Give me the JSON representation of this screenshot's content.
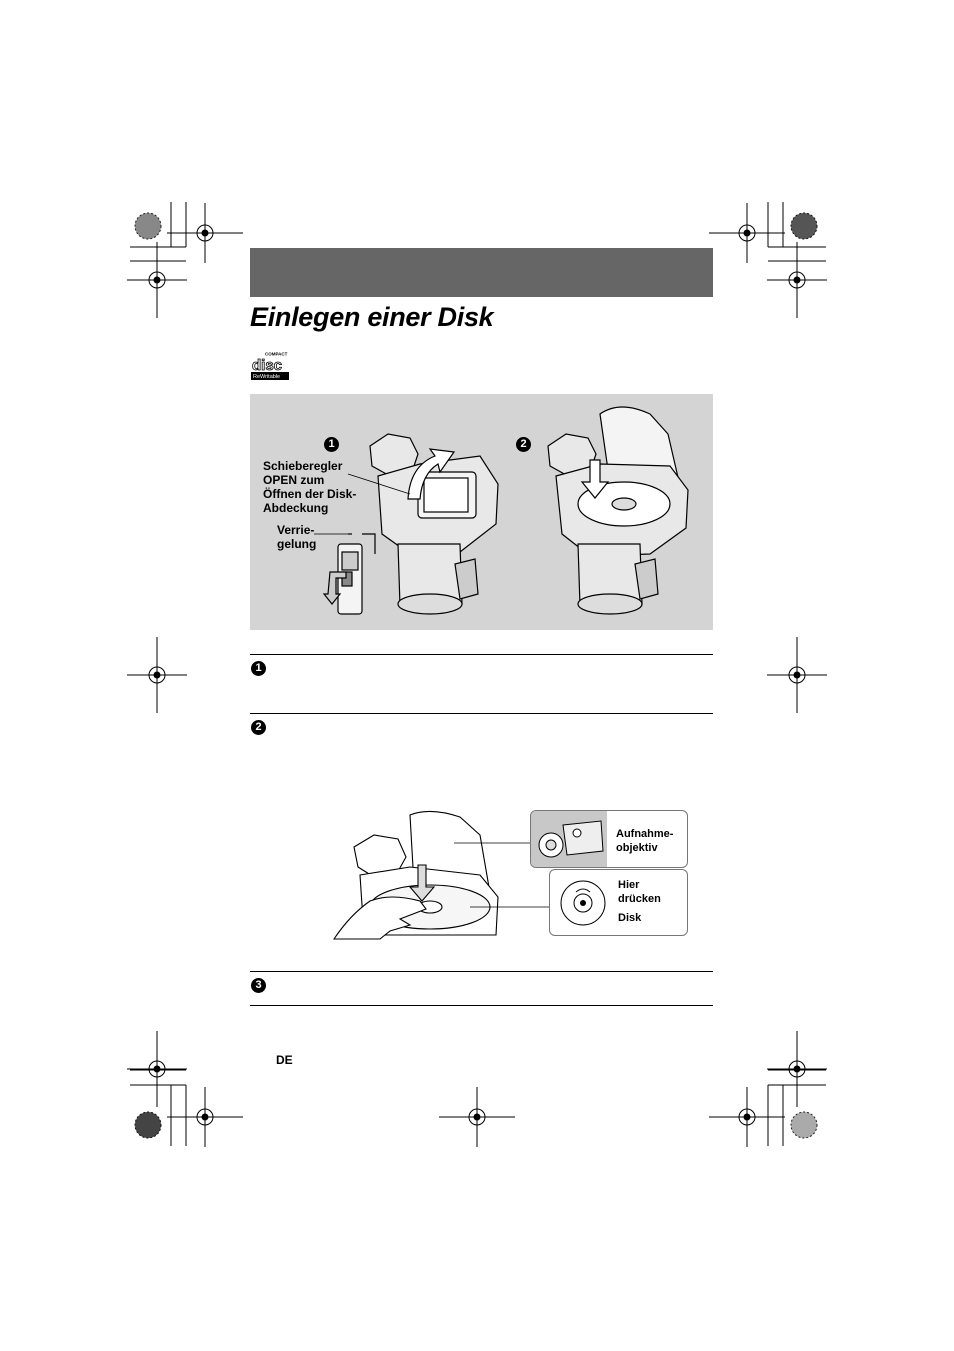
{
  "page": {
    "title": "Einlegen einer Disk",
    "lang_code": "DE"
  },
  "logo": {
    "top_text": "COMPACT",
    "main_text": "disc",
    "bottom_text": "ReWritable"
  },
  "figure_top": {
    "step1_marker": "1",
    "step2_marker": "2",
    "label_slider": [
      "Schieberegler",
      "OPEN zum",
      "Öffnen der Disk-",
      "Abdeckung"
    ],
    "label_lock": [
      "Verrie-",
      "gelung"
    ]
  },
  "steps": [
    {
      "marker": "1"
    },
    {
      "marker": "2"
    },
    {
      "marker": "3"
    }
  ],
  "figure_bottom": {
    "label_lens": [
      "Aufnahme-",
      "objektiv"
    ],
    "label_press": [
      "Hier",
      "drücken"
    ],
    "label_disk": "Disk"
  },
  "colors": {
    "header_bar": "#666666",
    "figure_bg": "#d4d4d4"
  }
}
